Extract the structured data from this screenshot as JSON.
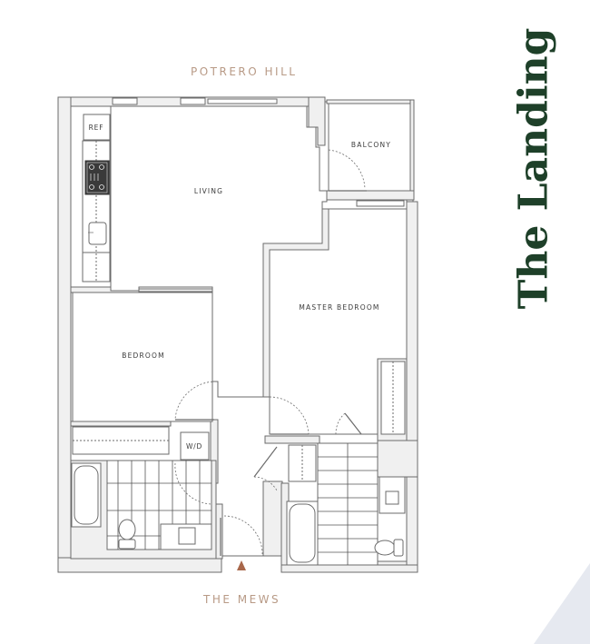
{
  "brand": {
    "title": "The Landing",
    "color": "#1e4029"
  },
  "orientation": {
    "top_label": "POTRERO HILL",
    "bottom_label": "THE MEWS",
    "label_color": "#b89a86",
    "entry_marker_color": "#a8674a"
  },
  "floorplan": {
    "rooms": {
      "living": "LIVING",
      "balcony": "BALCONY",
      "master_bedroom": "MASTER BEDROOM",
      "bedroom": "BEDROOM"
    },
    "fixtures": {
      "refrigerator": "REF",
      "washer_dryer": "W/D"
    },
    "wall_fill": "#f0f0f0",
    "line_color": "#6b6b6b"
  },
  "decor": {
    "corner_color": "#e6e9f0"
  }
}
